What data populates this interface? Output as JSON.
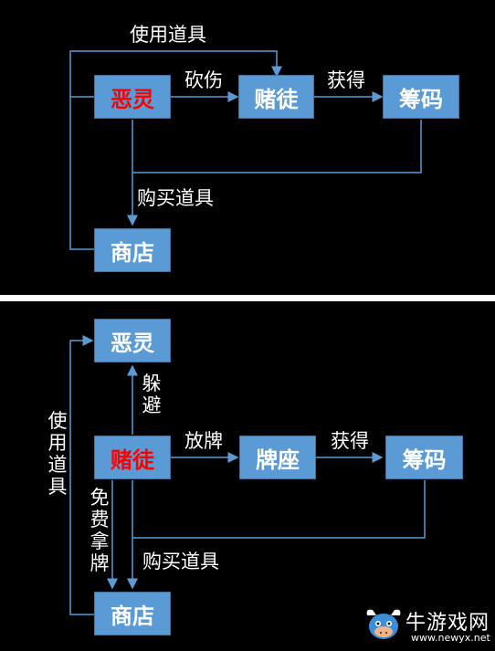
{
  "colors": {
    "background": "#000000",
    "node_fill": "#5b9bd5",
    "node_border": "#41719c",
    "edge": "#5b9bd5",
    "highlight_text": "#ff0000",
    "text": "#ffffff",
    "separator": "#ffffff"
  },
  "top_diagram": {
    "nodes": {
      "evil_spirit": "恶灵",
      "gambler": "赌徒",
      "chips": "筹码",
      "shop": "商店"
    },
    "edges": {
      "use_item": "使用道具",
      "hack": "砍伤",
      "gain": "获得",
      "buy_item": "购买道具"
    }
  },
  "bottom_diagram": {
    "nodes": {
      "evil_spirit": "恶灵",
      "gambler": "赌徒",
      "card_seat": "牌座",
      "chips": "筹码",
      "shop": "商店"
    },
    "edges": {
      "dodge": "躲避",
      "play_card": "放牌",
      "gain": "获得",
      "use_item": "使用道具",
      "free_card": "免费拿牌",
      "buy_item": "购买道具"
    }
  },
  "watermark": {
    "name": "牛游戏网",
    "url": "www.newyx.net",
    "icon": "bull-mascot-icon"
  }
}
